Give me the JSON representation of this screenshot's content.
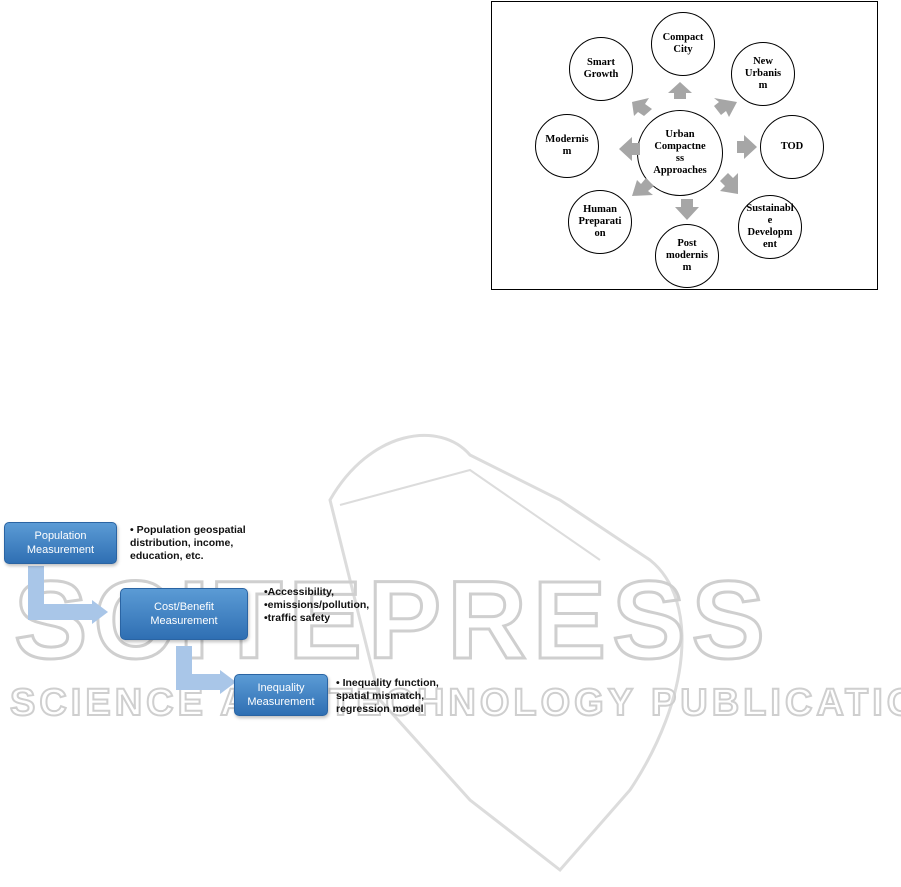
{
  "watermark": {
    "main": "SCITEPRESS",
    "sub": "SCIENCE AND TECHNOLOGY PUBLICATIONS"
  },
  "figure1": {
    "center": "Urban\nCompactne\nss\nApproaches",
    "outer": [
      {
        "label": "Compact\nCity"
      },
      {
        "label": "New\nUrbanis\nm"
      },
      {
        "label": "TOD"
      },
      {
        "label": "Sustainabl\ne\nDevelopm\nent"
      },
      {
        "label": "Post\nmodernis\nm"
      },
      {
        "label": "Human\nPreparati\non"
      },
      {
        "label": "Modernis\nm"
      },
      {
        "label": "Smart\nGrowth"
      }
    ],
    "colors": {
      "arrow": "#a6a6a6",
      "border": "#000000"
    }
  },
  "figure2": {
    "steps": [
      {
        "label": "Population\nMeasurement",
        "note": "• Population geospatial\n  distribution, income,\n  education, etc."
      },
      {
        "label": "Cost/Benefit\nMeasurement",
        "note": "•Accessibility,\n•emissions/pollution,\n•traffic safety"
      },
      {
        "label": "Inequality\nMeasurement",
        "note": "• Inequality function,\n  spatial mismatch,\n  regression model"
      }
    ],
    "colors": {
      "box": "#3c7fc4",
      "connector": "#a9c6e8"
    }
  }
}
